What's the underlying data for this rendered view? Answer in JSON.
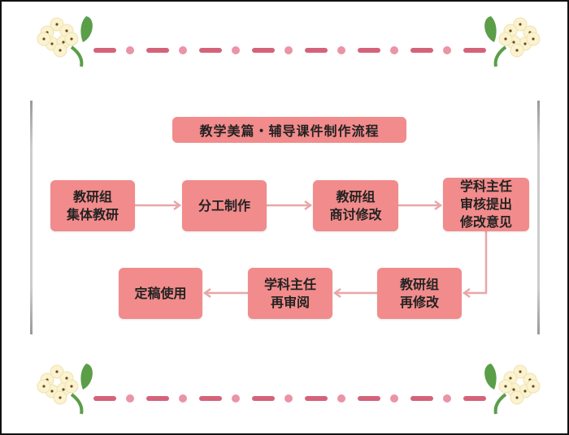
{
  "title": "教学美篇・辅导课件制作流程",
  "steps": [
    {
      "label": "教研组\n集体教研"
    },
    {
      "label": "分工制作"
    },
    {
      "label": "教研组\n商讨修改"
    },
    {
      "label": "学科主任\n审核提出\n修改意见"
    },
    {
      "label": "教研组\n再修改"
    },
    {
      "label": "学科主任\n再审阅"
    },
    {
      "label": "定稿使用"
    }
  ],
  "colors": {
    "box": "#f28b8b",
    "arrow": "#e8a7a8",
    "dash": "#d4637a",
    "dot": "#ea94a6",
    "leaf": "#5a9e48",
    "flower": "#fbf3d0"
  }
}
